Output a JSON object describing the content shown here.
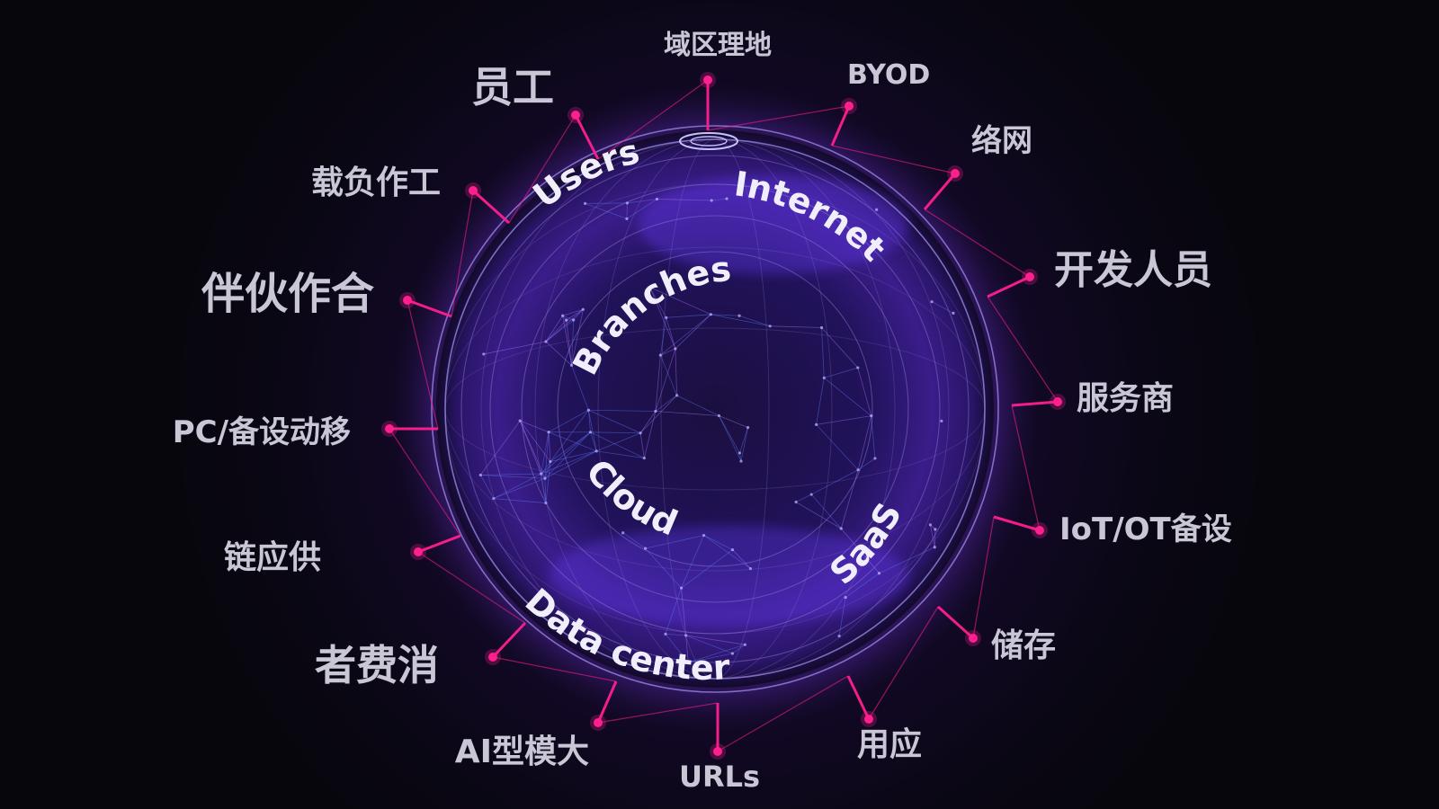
{
  "diagram": {
    "center_labels": [
      {
        "id": "users",
        "text": "Users"
      },
      {
        "id": "internet",
        "text": "Internet"
      },
      {
        "id": "branches",
        "text": "Branches"
      },
      {
        "id": "cloud",
        "text": "Cloud"
      },
      {
        "id": "saas",
        "text": "SaaS"
      },
      {
        "id": "data-center",
        "text": "Data center"
      }
    ],
    "outer_labels": [
      {
        "id": "label-1",
        "text": "域区理地"
      },
      {
        "id": "label-2",
        "text": "BYOD"
      },
      {
        "id": "label-3",
        "text": "络网"
      },
      {
        "id": "label-4",
        "text": "开发人员"
      },
      {
        "id": "label-5",
        "text": "服务商"
      },
      {
        "id": "label-6",
        "text": "IoT/OT备设"
      },
      {
        "id": "label-7",
        "text": "储存"
      },
      {
        "id": "label-8",
        "text": "用应"
      },
      {
        "id": "label-9",
        "text": "URLs"
      },
      {
        "id": "label-10",
        "text": "AI型模大"
      },
      {
        "id": "label-11",
        "text": "者费消"
      },
      {
        "id": "label-12",
        "text": "链应供"
      },
      {
        "id": "label-13",
        "text": "PC/备设动移"
      },
      {
        "id": "label-14",
        "text": "伴伙作合"
      },
      {
        "id": "label-15",
        "text": "载负作工"
      },
      {
        "id": "label-16",
        "text": "员工"
      }
    ],
    "colors": {
      "connector": "#ff1f8e",
      "sphere_glow": "#6b3dff",
      "ring": "#8f7fd8",
      "label": "#c9c7d6",
      "arc_label": "#f1eefc"
    }
  }
}
